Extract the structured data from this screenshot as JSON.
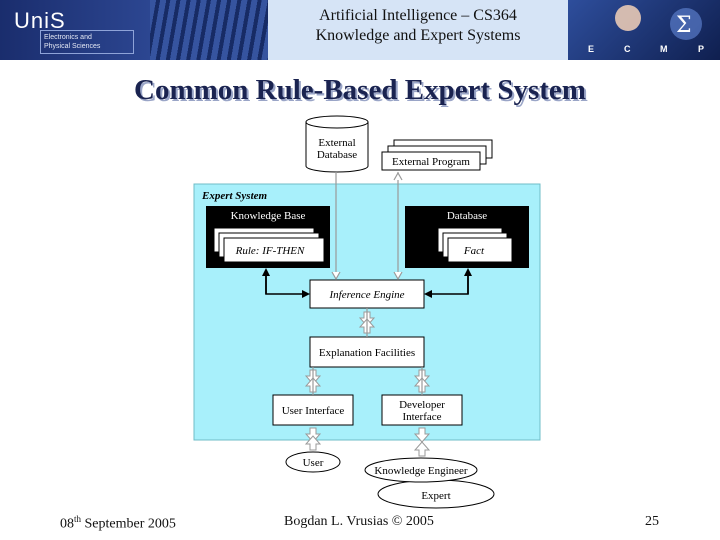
{
  "header": {
    "logo": "UniS",
    "logo_sub": "Electronics and\nPhysical Sciences",
    "course_line1": "Artificial Intelligence – CS364",
    "course_line2": "Knowledge and Expert Systems",
    "dept_letters": [
      "E",
      "C",
      "M",
      "P"
    ]
  },
  "slide": {
    "title": "Common Rule-Based Expert System"
  },
  "diagram": {
    "external_database": [
      "External",
      "Database"
    ],
    "external_program": "External Program",
    "expert_system_label": "Expert System",
    "knowledge_base": "Knowledge Base",
    "rule": "Rule: IF-THEN",
    "database": "Database",
    "fact": "Fact",
    "inference_engine": "Inference Engine",
    "explanation_facilities": "Explanation Facilities",
    "user_interface": "User Interface",
    "developer_interface": [
      "Developer",
      "Interface"
    ],
    "user": "User",
    "knowledge_engineer": "Knowledge Engineer",
    "expert": "Expert",
    "colors": {
      "panel": "#a8f0fb",
      "dark_box": "#000000",
      "arrow": "#b0b0b0"
    }
  },
  "footer": {
    "date_prefix": "08",
    "date_sup": "th",
    "date_suffix": " September 2005",
    "author": "Bogdan L. Vrusias © 2005",
    "page": "25"
  }
}
